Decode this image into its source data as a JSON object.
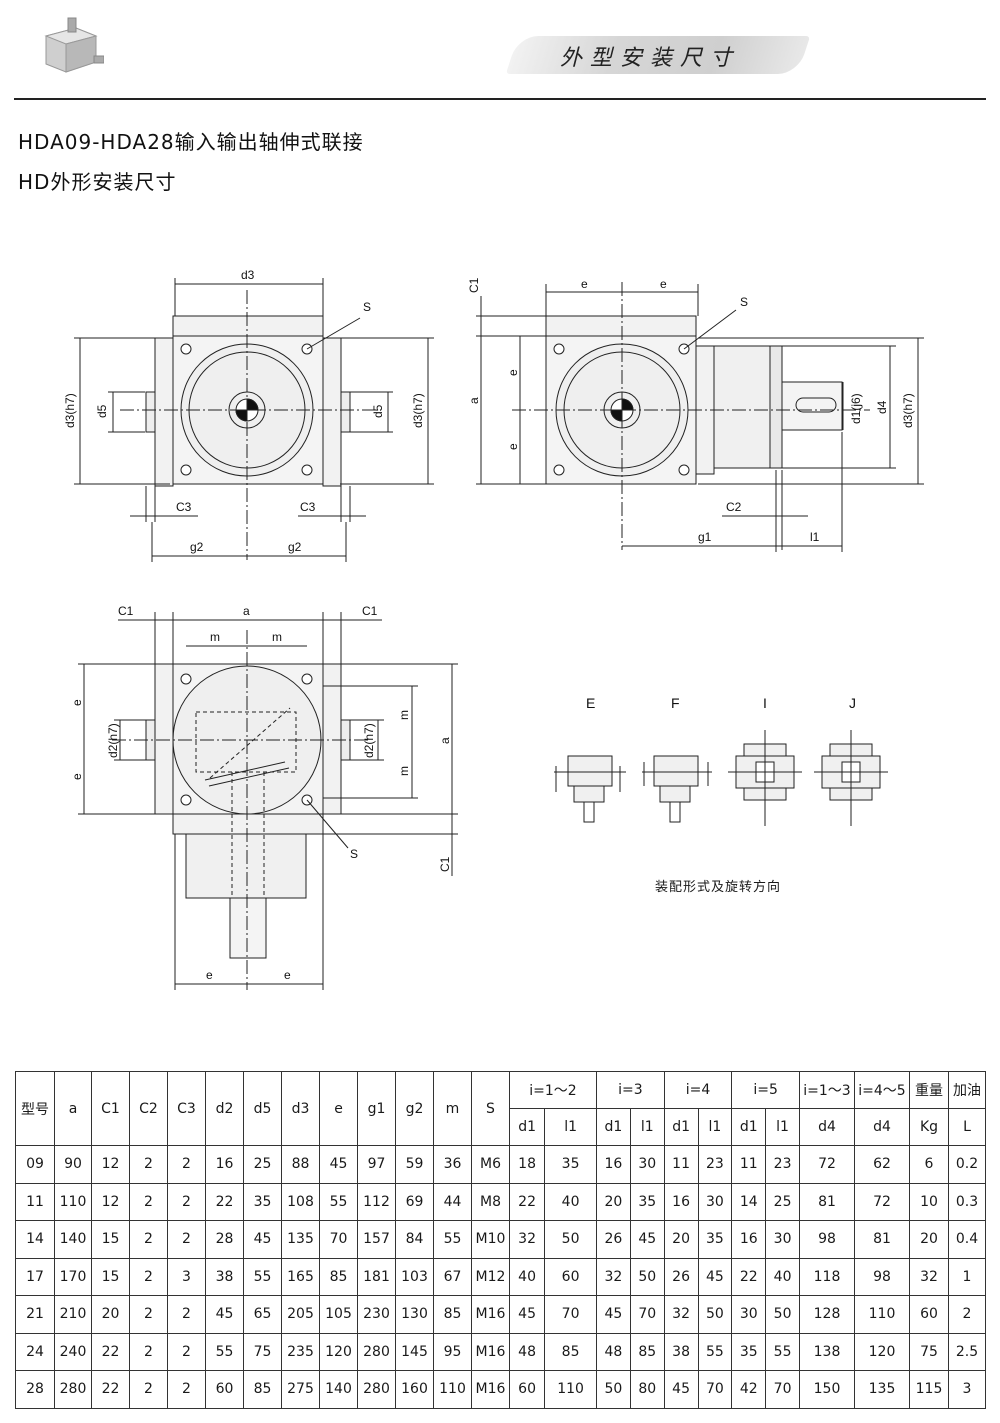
{
  "header": {
    "section_title": "外型安装尺寸",
    "heading_line1": "HDA09-HDA28输入输出轴伸式联接",
    "heading_line2": "HD外形安装尺寸"
  },
  "drawing_labels": {
    "d3": "d3",
    "S": "S",
    "d3h7": "d3(h7)",
    "d5": "d5",
    "C3": "C3",
    "g2": "g2",
    "C1": "C1",
    "e": "e",
    "a": "a",
    "C2": "C2",
    "g1": "g1",
    "l1": "l1",
    "d1j6": "d1(j6)",
    "d4": "d4",
    "m": "m",
    "d2h7": "d2(h7)"
  },
  "assembly": {
    "types": [
      "E",
      "F",
      "I",
      "J"
    ],
    "caption": "装配形式及旋转方向"
  },
  "table": {
    "head_top": [
      "型号",
      "a",
      "C1",
      "C2",
      "C3",
      "d2",
      "d5",
      "d3",
      "e",
      "g1",
      "g2",
      "m",
      "S"
    ],
    "ratio_groups": [
      "i=1～2",
      "i=3",
      "i=4",
      "i=5",
      "i=1～3",
      "i=4～5"
    ],
    "extra_top": [
      "重量",
      "加油"
    ],
    "head_sub": [
      "d1",
      "l1",
      "d1",
      "l1",
      "d1",
      "l1",
      "d1",
      "l1",
      "d4",
      "d4",
      "Kg",
      "L"
    ],
    "rows": [
      [
        "09",
        "90",
        "12",
        "2",
        "2",
        "16",
        "25",
        "88",
        "45",
        "97",
        "59",
        "36",
        "M6",
        "18",
        "35",
        "16",
        "30",
        "11",
        "23",
        "11",
        "23",
        "72",
        "62",
        "6",
        "0.2"
      ],
      [
        "11",
        "110",
        "12",
        "2",
        "2",
        "22",
        "35",
        "108",
        "55",
        "112",
        "69",
        "44",
        "M8",
        "22",
        "40",
        "20",
        "35",
        "16",
        "30",
        "14",
        "25",
        "81",
        "72",
        "10",
        "0.3"
      ],
      [
        "14",
        "140",
        "15",
        "2",
        "2",
        "28",
        "45",
        "135",
        "70",
        "157",
        "84",
        "55",
        "M10",
        "32",
        "50",
        "26",
        "45",
        "20",
        "35",
        "16",
        "30",
        "98",
        "81",
        "20",
        "0.4"
      ],
      [
        "17",
        "170",
        "15",
        "2",
        "3",
        "38",
        "55",
        "165",
        "85",
        "181",
        "103",
        "67",
        "M12",
        "40",
        "60",
        "32",
        "50",
        "26",
        "45",
        "22",
        "40",
        "118",
        "98",
        "32",
        "1"
      ],
      [
        "21",
        "210",
        "20",
        "2",
        "2",
        "45",
        "65",
        "205",
        "105",
        "230",
        "130",
        "85",
        "M16",
        "45",
        "70",
        "45",
        "70",
        "32",
        "50",
        "30",
        "50",
        "128",
        "110",
        "60",
        "2"
      ],
      [
        "24",
        "240",
        "22",
        "2",
        "2",
        "55",
        "75",
        "235",
        "120",
        "280",
        "145",
        "95",
        "M16",
        "48",
        "85",
        "48",
        "85",
        "38",
        "55",
        "35",
        "55",
        "138",
        "120",
        "75",
        "2.5"
      ],
      [
        "28",
        "280",
        "22",
        "2",
        "2",
        "60",
        "85",
        "275",
        "140",
        "280",
        "160",
        "110",
        "M16",
        "60",
        "110",
        "50",
        "80",
        "45",
        "70",
        "42",
        "70",
        "150",
        "135",
        "115",
        "3"
      ]
    ]
  }
}
